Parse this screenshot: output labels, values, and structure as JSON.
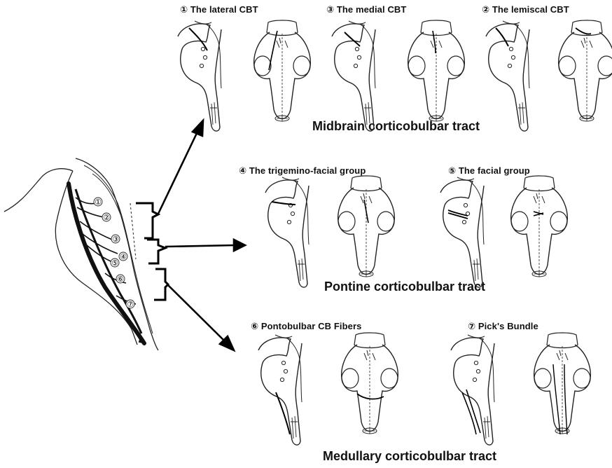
{
  "midbrain": {
    "title": "Midbrain corticobulbar tract",
    "labels": [
      "① The lateral CBT",
      "③ The medial CBT",
      "② The lemiscal CBT"
    ]
  },
  "pontine": {
    "title": "Pontine corticobulbar tract",
    "labels": [
      "④ The trigemino-facial group",
      "⑤ The facial group"
    ]
  },
  "medullary": {
    "title": "Medullary corticobulbar tract",
    "labels": [
      "⑥ Pontobulbar CB Fibers",
      "⑦ Pick's Bundle"
    ]
  },
  "overview": {
    "markers": [
      "①",
      "②",
      "③",
      "④",
      "⑤",
      "⑥",
      "⑦"
    ]
  }
}
